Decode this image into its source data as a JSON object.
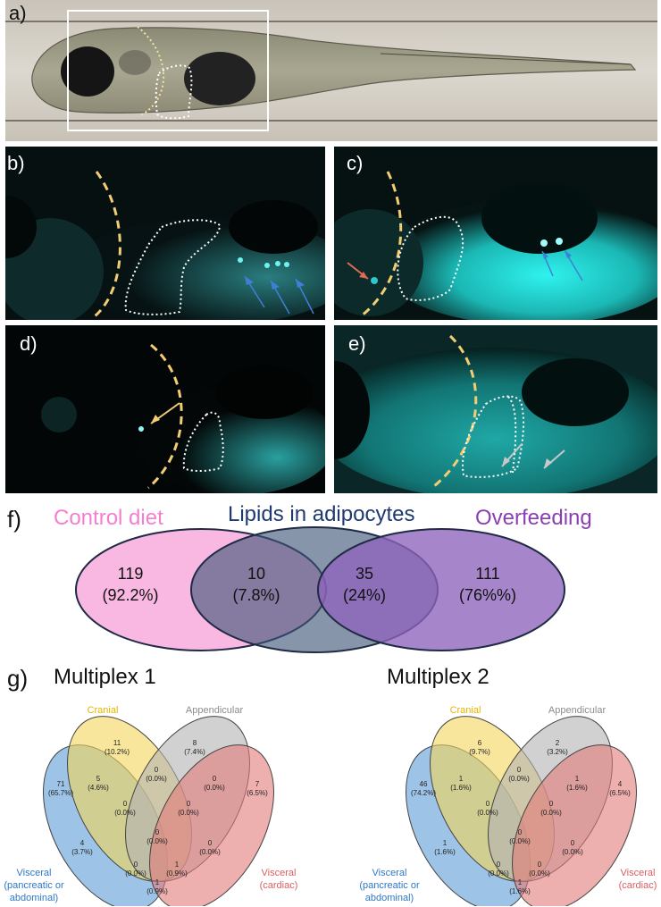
{
  "labels": {
    "a": "a)",
    "b": "b)",
    "c": "c)",
    "d": "d)",
    "e": "e)",
    "f": "f)",
    "g": "g)"
  },
  "venn3": {
    "left_title": "Control diet",
    "middle_title": "Lipids in adipocytes",
    "right_title": "Overfeeding",
    "left_count": "119",
    "left_pct": "(92.2%)",
    "left_mid_count": "10",
    "left_mid_pct": "(7.8%)",
    "right_mid_count": "35",
    "right_mid_pct": "(24%)",
    "right_count": "111",
    "right_pct": "(76%%)",
    "colors": {
      "left": "#f9b8e1",
      "middle": "#3e5476",
      "right": "#9b6fc4",
      "left_title": "#f37fd0",
      "middle_title": "#1f3a72",
      "right_title": "#8a3fb3"
    }
  },
  "multiplex": [
    {
      "title": "Multiplex 1",
      "set_labels": {
        "cranial": "Cranial",
        "appendicular": "Appendicular",
        "visceral_pa": "Visceral\n(pancreatic or\nabdominal)",
        "visceral_c": "Visceral\n(cardiac)"
      },
      "regions": {
        "cranial_only": [
          "11",
          "(10.2%)"
        ],
        "appendicular_only": [
          "8",
          "(7.4%)"
        ],
        "vpa_only": [
          "71",
          "(65.7%)"
        ],
        "vc_only": [
          "7",
          "(6.5%)"
        ],
        "vpa_cranial": [
          "5",
          "(4.6%)"
        ],
        "cranial_app": [
          "0",
          "(0.0%)"
        ],
        "app_vc": [
          "0",
          "(0.0%)"
        ],
        "vpa_cranial_app": [
          "0",
          "(0.0%)"
        ],
        "cranial_app_vc": [
          "0",
          "(0.0%)"
        ],
        "center": [
          "0",
          "(0.0%)"
        ],
        "vpa_app": [
          "4",
          "(3.7%)"
        ],
        "cranial_vc": [
          "0",
          "(0.0%)"
        ],
        "vpa_app_vc": [
          "0",
          "(0.0%)"
        ],
        "vpa_cranial_vc": [
          "1",
          "(0.9%)"
        ],
        "vpa_vc": [
          "1",
          "(0.9%)"
        ]
      }
    },
    {
      "title": "Multiplex 2",
      "set_labels": {
        "cranial": "Cranial",
        "appendicular": "Appendicular",
        "visceral_pa": "Visceral\n(pancreatic or\nabdominal)",
        "visceral_c": "Visceral\n(cardiac)"
      },
      "regions": {
        "cranial_only": [
          "6",
          "(9.7%)"
        ],
        "appendicular_only": [
          "2",
          "(3.2%)"
        ],
        "vpa_only": [
          "46",
          "(74.2%)"
        ],
        "vc_only": [
          "4",
          "(6.5%)"
        ],
        "vpa_cranial": [
          "1",
          "(1.6%)"
        ],
        "cranial_app": [
          "0",
          "(0.0%)"
        ],
        "app_vc": [
          "1",
          "(1.6%)"
        ],
        "vpa_cranial_app": [
          "0",
          "(0.0%)"
        ],
        "cranial_app_vc": [
          "0",
          "(0.0%)"
        ],
        "center": [
          "0",
          "(0.0%)"
        ],
        "vpa_app": [
          "1",
          "(1.6%)"
        ],
        "cranial_vc": [
          "0",
          "(0.0%)"
        ],
        "vpa_app_vc": [
          "0",
          "(0.0%)"
        ],
        "vpa_cranial_vc": [
          "0",
          "(0.0%)"
        ],
        "vpa_vc": [
          "1",
          "(1.6%)"
        ]
      }
    }
  ],
  "venn4_colors": {
    "cranial": "#f3d65a",
    "appendicular": "#b3b3b3",
    "visceral_pa": "#5b9bd5",
    "visceral_c": "#e27979",
    "cranial_label": "#e8b400",
    "appendicular_label": "#8c8c8c",
    "visceral_pa_label": "#2f78c4",
    "visceral_c_label": "#d96060"
  }
}
